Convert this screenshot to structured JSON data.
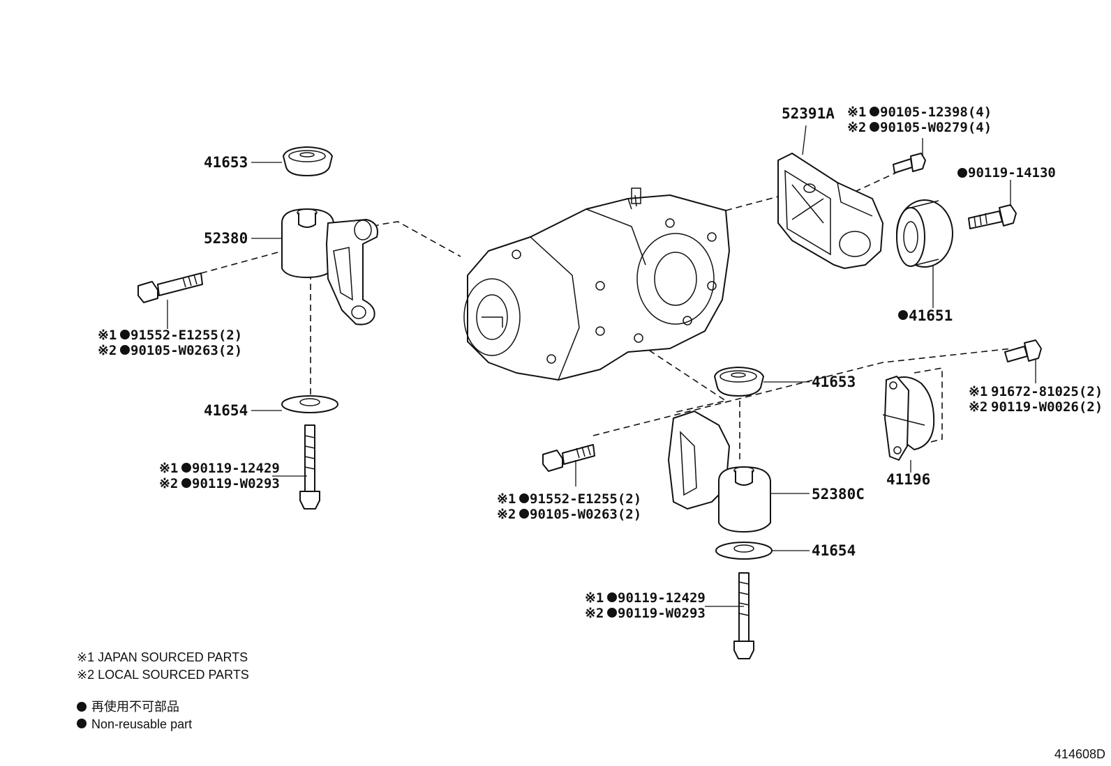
{
  "diagram": {
    "code": "414608D",
    "labels": {
      "mount_cover_left": "41653",
      "mount_left": "52380",
      "washer_left": "41654",
      "bracket_rear": "52391A",
      "cushion": "41651",
      "bolt_cushion": "90119-14130",
      "mount_cover_right": "41653",
      "mount_right": "52380C",
      "washer_right": "41654",
      "damper": "41196"
    },
    "bolt_groups": {
      "bracket_bolts": {
        "j": "90105-12398(4)",
        "l": "90105-W0279(4)"
      },
      "left_horizontal": {
        "j": "91552-E1255(2)",
        "l": "90105-W0263(2)"
      },
      "left_vertical": {
        "j": "90119-12429",
        "l": "90119-W0293"
      },
      "right_horizontal": {
        "j": "91552-E1255(2)",
        "l": "90105-W0263(2)"
      },
      "right_vertical": {
        "j": "90119-12429",
        "l": "90119-W0293"
      },
      "damper_bolts": {
        "j": "91672-81025(2)",
        "l": "90119-W0026(2)"
      }
    },
    "marks": {
      "j": "※1",
      "l": "※2"
    },
    "legend": {
      "japan": "※1 JAPAN SOURCED PARTS",
      "local": "※2 LOCAL SOURCED PARTS",
      "non_reusable_jp": "再使用不可部品",
      "non_reusable_en": "Non-reusable part"
    }
  }
}
